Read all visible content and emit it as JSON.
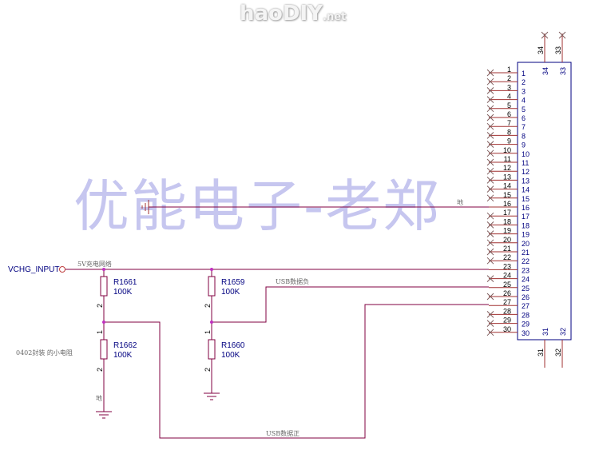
{
  "logo": {
    "main": "haoDIY",
    "suffix": ".net"
  },
  "watermark": "优能电子-老郑",
  "input_label": "VCHG_INPUT",
  "net_5v": "5V充电网络",
  "net_usb_neg": "USB数据负",
  "net_usb_pos": "USB数据正",
  "net_gnd_top": "地",
  "net_gnd_left": "地",
  "note_package": "0402封装 的小电阻",
  "resistors": [
    {
      "ref": "R1661",
      "value": "100K",
      "pin_top": "2",
      "pin_bottom": ""
    },
    {
      "ref": "R1662",
      "value": "100K",
      "pin_top": "1",
      "pin_bottom": "2"
    },
    {
      "ref": "R1659",
      "value": "100K",
      "pin_top": "2",
      "pin_bottom": ""
    },
    {
      "ref": "R1660",
      "value": "100K",
      "pin_top": "1",
      "pin_bottom": "2"
    }
  ],
  "connector": {
    "left_pins": [
      "1",
      "2",
      "3",
      "4",
      "5",
      "6",
      "7",
      "8",
      "9",
      "10",
      "11",
      "12",
      "13",
      "14",
      "15",
      "16",
      "17",
      "18",
      "19",
      "20",
      "21",
      "22",
      "23",
      "24",
      "25",
      "26",
      "27",
      "28",
      "29",
      "30"
    ],
    "connected_pins": [
      "16",
      "23",
      "25",
      "27"
    ],
    "top_pins": [
      "34",
      "33"
    ],
    "bottom_pins": [
      "31",
      "32"
    ]
  }
}
